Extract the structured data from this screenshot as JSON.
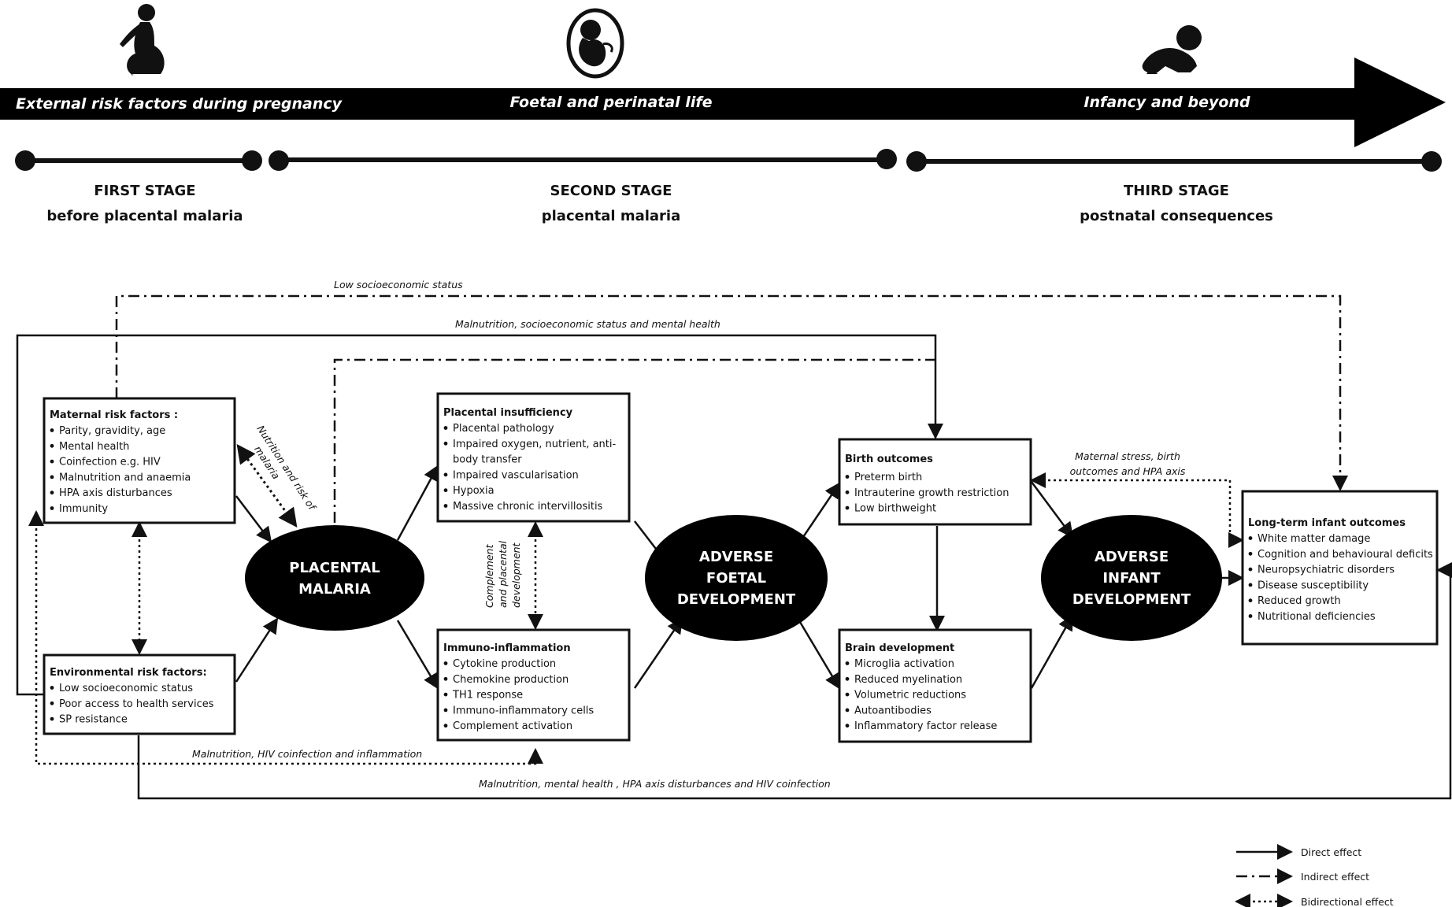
{
  "timeline": {
    "labels": [
      "External risk factors during pregnancy",
      "Foetal and perinatal life",
      "Infancy and beyond"
    ],
    "icons": [
      "pregnant-woman-icon",
      "foetus-icon",
      "crawling-baby-icon"
    ]
  },
  "stages": [
    {
      "title": "FIRST STAGE",
      "subtitle": "before placental malaria"
    },
    {
      "title": "SECOND STAGE",
      "subtitle": "placental malaria"
    },
    {
      "title": "THIRD STAGE",
      "subtitle": "postnatal consequences"
    }
  ],
  "boxes": {
    "maternal": {
      "title": "Maternal risk factors :",
      "items": [
        "Parity, gravidity, age",
        "Mental health",
        "Coinfection e.g. HIV",
        "Malnutrition  and anaemia",
        "HPA axis disturbances",
        "Immunity"
      ]
    },
    "environmental": {
      "title": "Environmental  risk factors:",
      "items": [
        "Low socioeconomic status",
        "Poor access to health services",
        "SP resistance"
      ]
    },
    "placental_insufficiency": {
      "title": "Placental insufficiency",
      "items": [
        "Placental pathology",
        "Impaired oxygen, nutrient, anti-",
        "body transfer",
        "Impaired vascularisation",
        "Hypoxia",
        "Massive chronic intervillositis"
      ]
    },
    "immuno": {
      "title": "Immuno-inflammation",
      "items": [
        "Cytokine production",
        "Chemokine production",
        "TH1 response",
        "Immuno-inflammatory cells",
        "Complement activation"
      ]
    },
    "birth": {
      "title": "Birth outcomes",
      "items": [
        "Preterm birth",
        "Intrauterine growth restriction",
        "Low birthweight"
      ]
    },
    "brain": {
      "title": "Brain development",
      "items": [
        "Microglia activation",
        "Reduced myelination",
        "Volumetric reductions",
        "Autoantibodies",
        "Inflammatory factor release"
      ]
    },
    "longterm": {
      "title": "Long-term infant outcomes",
      "items": [
        "White matter damage",
        "Cognition and behavioural deficits",
        "Neuropsychiatric disorders",
        "Disease susceptibility",
        "Reduced growth",
        "Nutritional deficiencies"
      ]
    }
  },
  "ovals": {
    "placental": [
      "PLACENTAL",
      "MALARIA"
    ],
    "foetal": [
      "ADVERSE",
      "FOETAL",
      "DEVELOPMENT"
    ],
    "infant": [
      "ADVERSE",
      "INFANT",
      "DEVELOPMENT"
    ]
  },
  "path_labels": {
    "low_ses": "Low socioeconomic status",
    "malnutrition_ses_mental": "Malnutrition, socioeconomic status and mental health",
    "nutrition_risk": [
      "Nutrition and risk of",
      "malaria"
    ],
    "complement": [
      "Complement",
      "and placental",
      "development"
    ],
    "maternal_stress": [
      "Maternal stress, birth",
      "outcomes and HPA axis"
    ],
    "malnutrition_hiv_inflammation": "Malnutrition, HIV coinfection and inflammation",
    "malnutrition_mental_hpa_hiv": "Malnutrition, mental health , HPA axis disturbances and HIV coinfection"
  },
  "legend": [
    {
      "label": "Direct effect",
      "style": "solid"
    },
    {
      "label": "Indirect effect",
      "style": "dash-dot"
    },
    {
      "label": "Bidirectional effect",
      "style": "dotted"
    }
  ]
}
